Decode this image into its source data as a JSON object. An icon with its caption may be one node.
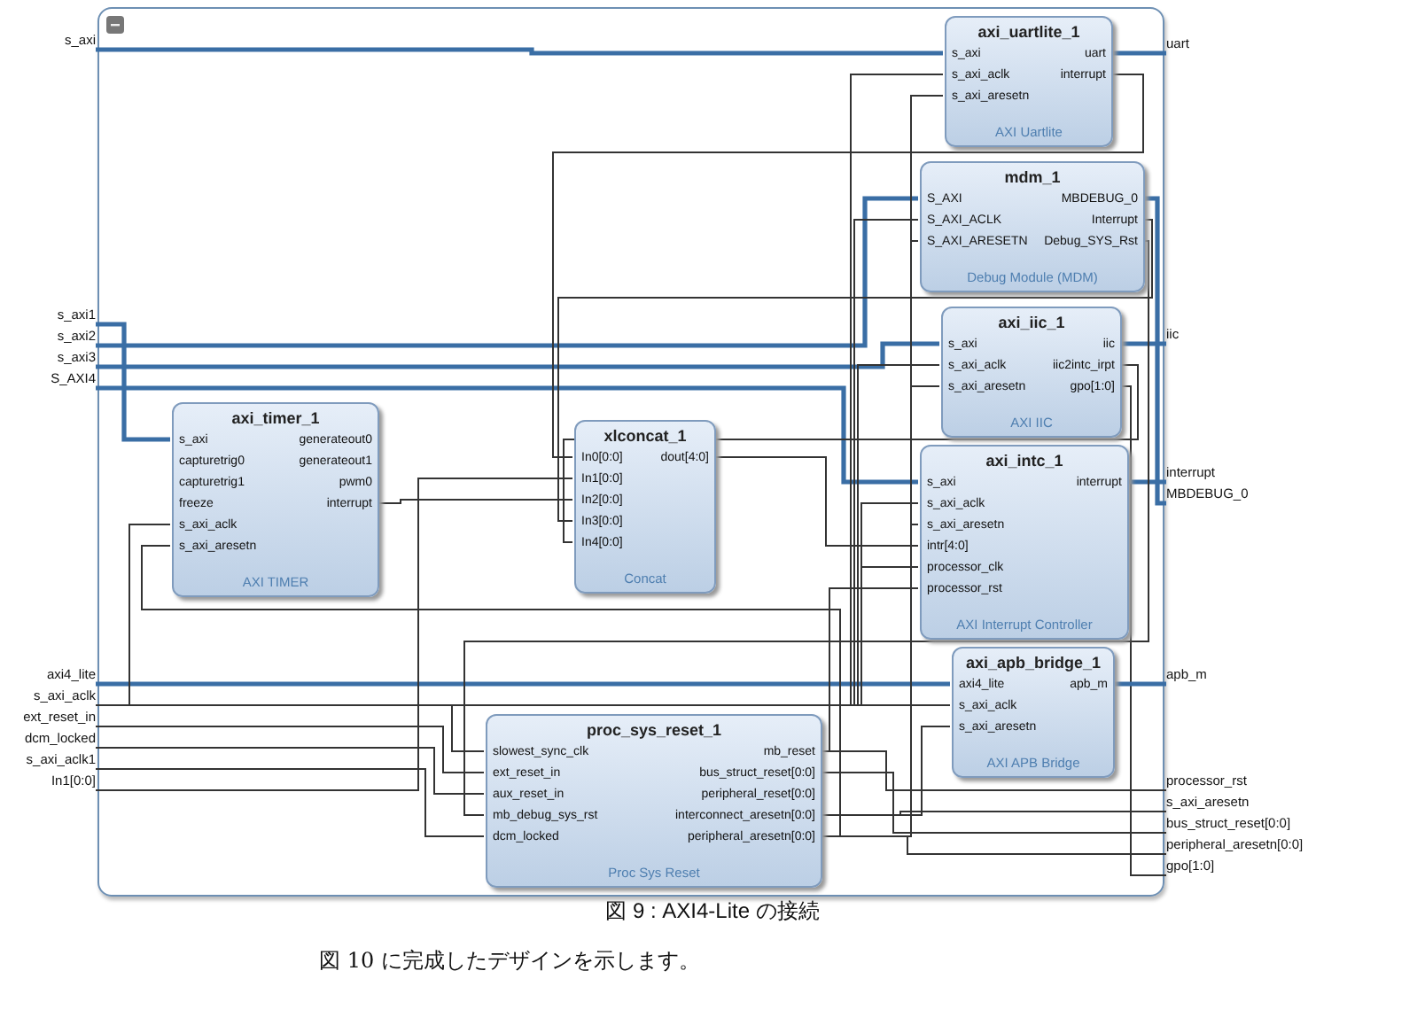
{
  "diagram": {
    "caption": "図 9 : AXI4-Lite の接続",
    "nodes": [
      {
        "text": [],
        "shape": "box"
      },
      {
        "text": [
          "axi_uartlite_1",
          "s_axi",
          "s_axi_aclk",
          "s_axi_aresetn",
          "uart",
          "interrupt",
          "AXI Uartlite"
        ],
        "in": 0
      },
      {
        "text": [
          "mdm_1",
          "S_AXI",
          "S_AXI_ACLK",
          "S_AXI_ARESETN",
          "MBDEBUG_0",
          "Interrupt",
          "Debug_SYS_Rst",
          "Debug Module (MDM)"
        ],
        "in": 0
      },
      {
        "text": [
          "axi_iic_1",
          "s_axi",
          "s_axi_aclk",
          "s_axi_aresetn",
          "iic",
          "iic2intc_irpt",
          "gpo[1:0]",
          "AXI IIC"
        ],
        "in": 0
      },
      {
        "text": [
          "axi_timer_1",
          "s_axi",
          "capturetrig0",
          "capturetrig1",
          "freeze",
          "s_axi_aclk",
          "s_axi_aresetn",
          "generateout0",
          "generateout1",
          "pwm0",
          "interrupt",
          "AXI TIMER"
        ],
        "in": 0
      },
      {
        "text": [
          "xlconcat_1",
          "In0[0:0]",
          "In1[0:0]",
          "In2[0:0]",
          "In3[0:0]",
          "In4[0:0]",
          "dout[4:0]",
          "Concat"
        ],
        "in": 0
      },
      {
        "text": [
          "axi_intc_1",
          "s_axi",
          "s_axi_aclk",
          "s_axi_aresetn",
          "intr[4:0]",
          "processor_clk",
          "processor_rst",
          "interrupt",
          "AXI Interrupt Controller"
        ],
        "in": 0
      },
      {
        "text": [
          "axi_apb_bridge_1",
          "axi4_lite",
          "s_axi_aclk",
          "s_axi_aresetn",
          "apb_m",
          "AXI APB Bridge"
        ],
        "in": 0
      },
      {
        "text": [
          "proc_sys_reset_1",
          "slowest_sync_clk",
          "ext_reset_in",
          "aux_reset_in",
          "mb_debug_sys_rst",
          "dcm_locked",
          "mb_reset",
          "bus_struct_reset[0:0]",
          "peripheral_reset[0:0]",
          "interconnect_aresetn[0:0]",
          "peripheral_aresetn[0:0]",
          "Proc Sys Reset"
        ],
        "in": 0
      },
      {
        "text": [
          "s_axi"
        ]
      },
      {
        "text": [
          "s_axi1"
        ]
      },
      {
        "text": [
          "s_axi2"
        ]
      },
      {
        "text": [
          "s_axi3"
        ]
      },
      {
        "text": [
          "S_AXI4"
        ]
      },
      {
        "text": [
          "axi4_lite"
        ]
      },
      {
        "text": [
          "s_axi_aclk"
        ]
      },
      {
        "text": [
          "ext_reset_in"
        ]
      },
      {
        "text": [
          "dcm_locked"
        ]
      },
      {
        "text": [
          "s_axi_aclk1"
        ]
      },
      {
        "text": [
          "In1[0:0]"
        ]
      },
      {
        "text": [
          "uart"
        ]
      },
      {
        "text": [
          "iic"
        ]
      },
      {
        "text": [
          "interrupt"
        ]
      },
      {
        "text": [
          "MBDEBUG_0"
        ]
      },
      {
        "text": [
          "apb_m"
        ]
      },
      {
        "text": [
          "processor_rst"
        ]
      },
      {
        "text": [
          "s_axi_aresetn"
        ]
      },
      {
        "text": [
          "bus_struct_reset[0:0]"
        ]
      },
      {
        "text": [
          "peripheral_aresetn[0:0]"
        ]
      },
      {
        "text": [
          "gpo[1:0]"
        ]
      }
    ],
    "edges": [
      {
        "from": 9,
        "to": 1,
        "arrow": "none",
        "style": "thick",
        "color": "#3a6ea5"
      },
      {
        "from": 10,
        "to": 4,
        "arrow": "none",
        "style": "thick",
        "color": "#3a6ea5"
      },
      {
        "from": 11,
        "to": 2,
        "arrow": "none",
        "style": "thick",
        "color": "#3a6ea5"
      },
      {
        "from": 12,
        "to": 3,
        "arrow": "none",
        "style": "thick",
        "color": "#3a6ea5"
      },
      {
        "from": 13,
        "to": 6,
        "arrow": "none",
        "style": "thick",
        "color": "#3a6ea5"
      },
      {
        "from": 14,
        "to": 7,
        "arrow": "none",
        "style": "thick",
        "color": "#3a6ea5"
      },
      {
        "from": 15,
        "to": 4,
        "arrow": "none"
      },
      {
        "from": 15,
        "to": 8,
        "arrow": "none"
      },
      {
        "from": 15,
        "to": 1,
        "arrow": "none"
      },
      {
        "from": 15,
        "to": 2,
        "arrow": "none"
      },
      {
        "from": 15,
        "to": 3,
        "arrow": "none"
      },
      {
        "from": 15,
        "to": 6,
        "arrow": "none"
      },
      {
        "from": 15,
        "to": 6,
        "arrow": "none"
      },
      {
        "from": 15,
        "to": 7,
        "arrow": "none"
      },
      {
        "from": 16,
        "to": 8,
        "arrow": "none"
      },
      {
        "from": 17,
        "to": 8,
        "arrow": "none"
      },
      {
        "from": 18,
        "to": 8,
        "arrow": "none"
      },
      {
        "from": 19,
        "to": 5,
        "arrow": "none"
      },
      {
        "from": 1,
        "to": 5,
        "arrow": "none"
      },
      {
        "from": 4,
        "to": 5,
        "arrow": "none"
      },
      {
        "from": 2,
        "to": 5,
        "arrow": "none"
      },
      {
        "from": 3,
        "to": 5,
        "arrow": "none"
      },
      {
        "from": 5,
        "to": 6,
        "arrow": "none"
      },
      {
        "from": 2,
        "to": 23,
        "arrow": "none",
        "style": "thick",
        "color": "#3a6ea5"
      },
      {
        "from": 1,
        "to": 20,
        "arrow": "none",
        "style": "thick",
        "color": "#3a6ea5"
      },
      {
        "from": 3,
        "to": 21,
        "arrow": "none",
        "style": "thick",
        "color": "#3a6ea5"
      },
      {
        "from": 3,
        "to": 29,
        "arrow": "none"
      },
      {
        "from": 6,
        "to": 22,
        "arrow": "none",
        "style": "thick",
        "color": "#3a6ea5"
      },
      {
        "from": 7,
        "to": 24,
        "arrow": "none",
        "style": "thick",
        "color": "#3a6ea5"
      },
      {
        "from": 2,
        "to": 8,
        "arrow": "none"
      },
      {
        "from": 8,
        "to": 6,
        "arrow": "none"
      },
      {
        "from": 8,
        "to": 25,
        "arrow": "none"
      },
      {
        "from": 8,
        "to": 27,
        "arrow": "none"
      },
      {
        "from": 8,
        "to": 26,
        "arrow": "none"
      },
      {
        "from": 8,
        "to": 7,
        "arrow": "none"
      },
      {
        "from": 8,
        "to": 28,
        "arrow": "none"
      },
      {
        "from": 8,
        "to": 1,
        "arrow": "none"
      },
      {
        "from": 8,
        "to": 2,
        "arrow": "none"
      },
      {
        "from": 8,
        "to": 3,
        "arrow": "none"
      },
      {
        "from": 8,
        "to": 6,
        "arrow": "none"
      },
      {
        "from": 8,
        "to": 4,
        "arrow": "none"
      }
    ],
    "labels": [
      "図 10 に完成したデザインを示します。"
    ]
  }
}
